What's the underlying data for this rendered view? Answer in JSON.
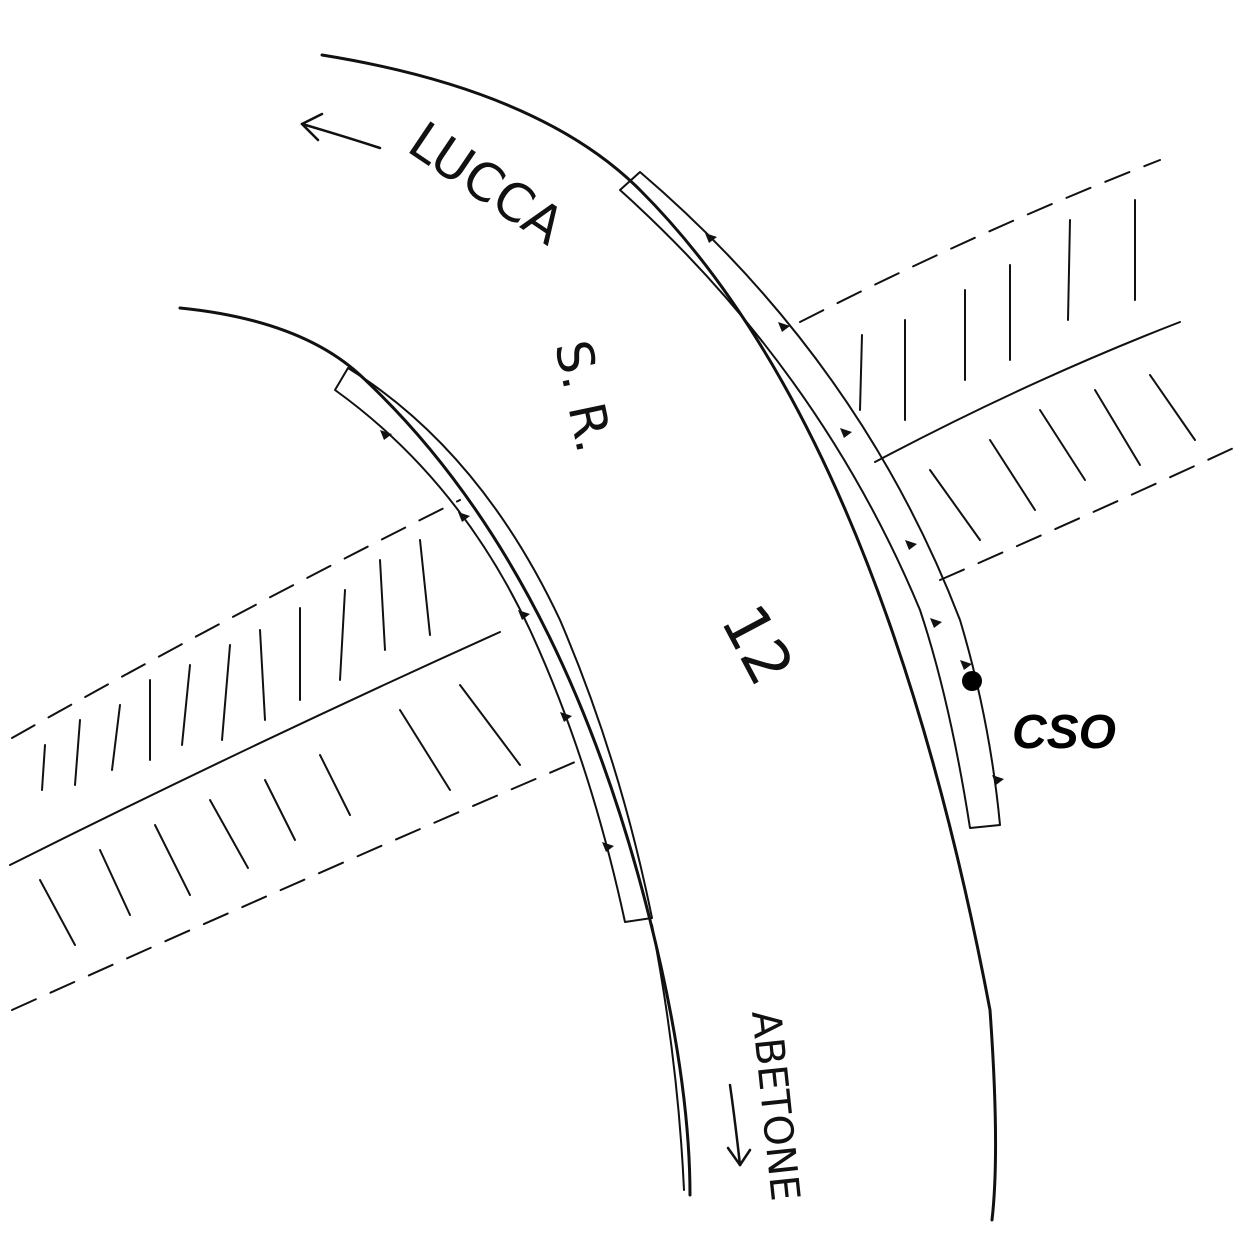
{
  "labels": {
    "road_name": "S. R.",
    "road_number": "12",
    "direction_north": "LUCCA",
    "direction_south": "ABETONE",
    "point_label": "CSO"
  },
  "colors": {
    "ink": "#111111",
    "background": "#ffffff",
    "marker": "#000000"
  },
  "icons": {
    "north_arrow": "arrow-left-icon",
    "south_arrow": "arrow-down-icon",
    "point_marker": "filled-dot-icon"
  }
}
